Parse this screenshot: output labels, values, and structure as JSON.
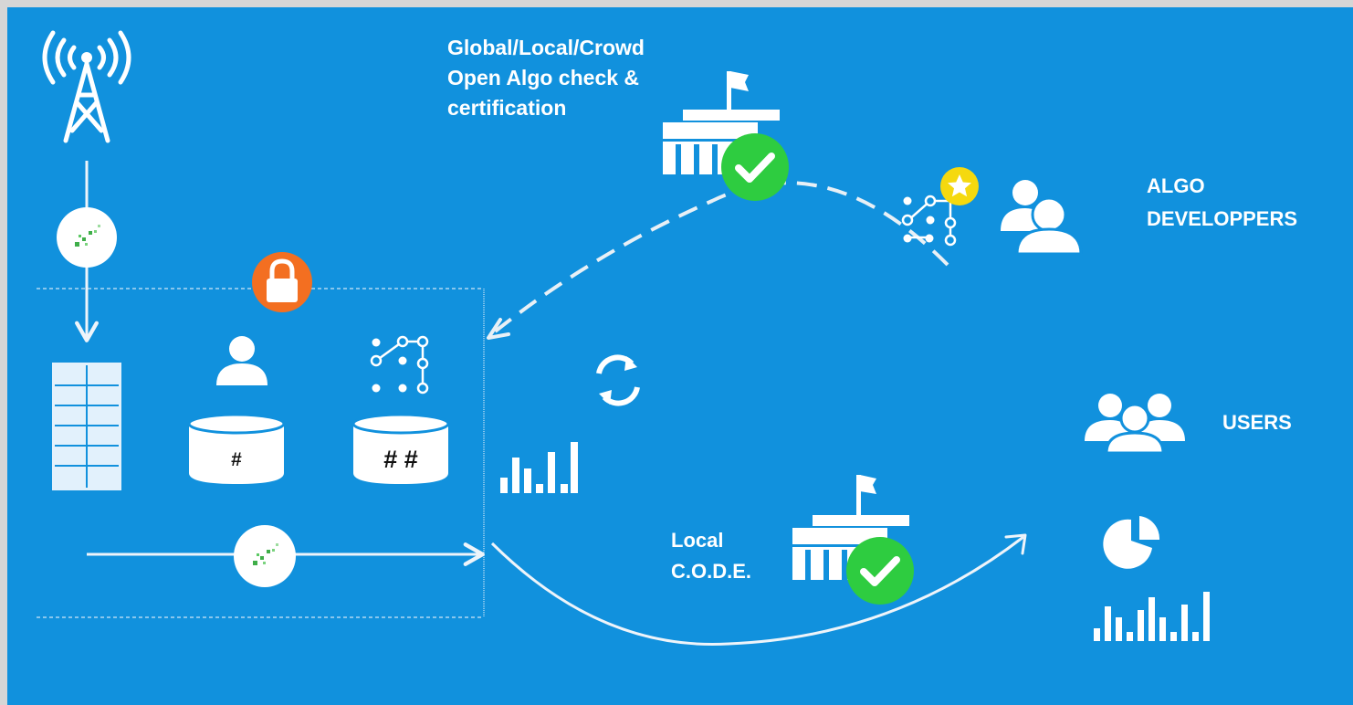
{
  "colors": {
    "background": "#1191dd",
    "frame": "#d6d6d6",
    "foreground": "#ffffff",
    "check_green": "#2ecc40",
    "lock_orange": "#f36f21",
    "star_yellow": "#f5d90f",
    "pattern_green": "#3fae49"
  },
  "labels": {
    "certification": [
      "Global/Local/Crowd",
      "Open Algo check &",
      "certification"
    ],
    "algo_developers": [
      "ALGO",
      "DEVELOPPERS"
    ],
    "users": "USERS",
    "local_code": [
      "Local",
      "C.O.D.E."
    ]
  },
  "databases": {
    "single_hash": "#",
    "double_hash": "# #"
  },
  "icons": {
    "antenna": "antenna-tower-icon",
    "data_pattern": "data-pattern-icon",
    "lock": "lock-icon",
    "building": "building-grid-icon",
    "person": "person-icon",
    "algorithm_graph": "algorithm-graph-icon",
    "refresh": "refresh-cycle-icon",
    "bar_chart": "bar-chart-icon",
    "institution": "institution-flag-icon",
    "check_badge": "check-badge-icon",
    "star_badge": "star-badge-icon",
    "developers": "two-people-icon",
    "users": "group-people-icon",
    "pie_chart": "pie-chart-icon"
  }
}
